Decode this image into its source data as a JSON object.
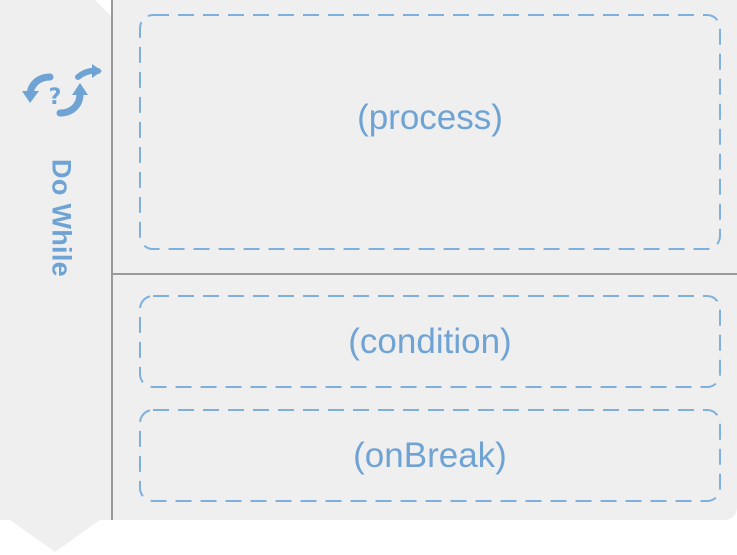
{
  "block": {
    "title": "Do While",
    "icon": "loop-question-icon",
    "colors": {
      "background": "#efefef",
      "accent": "#6fa3d4",
      "divider": "#9a9a9a"
    },
    "slots": [
      {
        "id": "process",
        "label": "(process)"
      },
      {
        "id": "condition",
        "label": "(condition)"
      },
      {
        "id": "onbreak",
        "label": "(onBreak)"
      }
    ]
  }
}
